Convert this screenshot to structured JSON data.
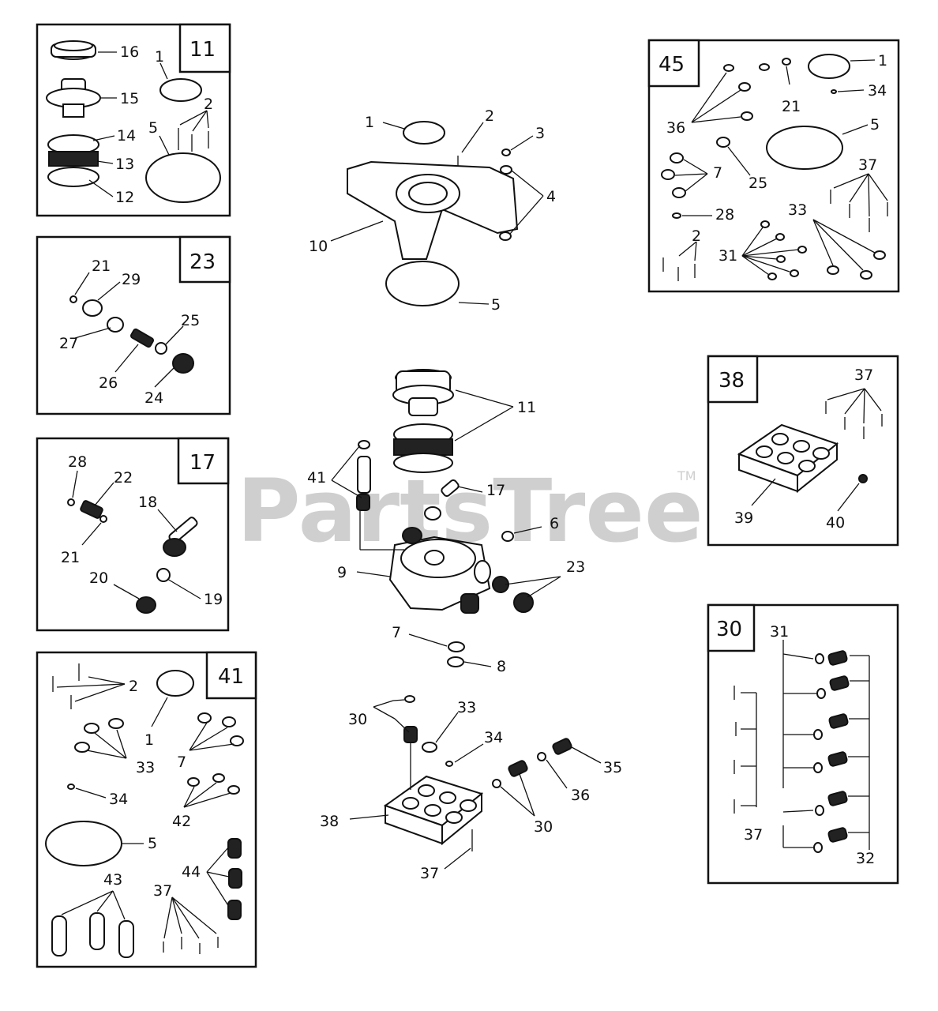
{
  "watermark": {
    "text": "PartsTree",
    "tm": "TM"
  },
  "kits": {
    "k11": {
      "num": "11",
      "labels": [
        "16",
        "15",
        "14",
        "13",
        "12",
        "1",
        "2",
        "5"
      ]
    },
    "k23": {
      "num": "23",
      "labels": [
        "21",
        "29",
        "27",
        "26",
        "25",
        "24"
      ]
    },
    "k17": {
      "num": "17",
      "labels": [
        "28",
        "22",
        "21",
        "18",
        "20",
        "19"
      ]
    },
    "k41": {
      "num": "41",
      "labels": [
        "2",
        "1",
        "33",
        "7",
        "34",
        "42",
        "5",
        "43",
        "44",
        "37"
      ]
    },
    "k45": {
      "num": "45",
      "labels": [
        "1",
        "21",
        "34",
        "36",
        "5",
        "7",
        "25",
        "37",
        "28",
        "33",
        "2",
        "31"
      ]
    },
    "k38": {
      "num": "38",
      "labels": [
        "37",
        "39",
        "40"
      ]
    },
    "k30": {
      "num": "30",
      "labels": [
        "31",
        "37",
        "32"
      ]
    }
  },
  "center": {
    "labels": [
      "1",
      "2",
      "3",
      "4",
      "10",
      "5",
      "11",
      "41",
      "17",
      "6",
      "9",
      "23",
      "7",
      "8",
      "30",
      "33",
      "34",
      "35",
      "36",
      "38",
      "30",
      "37"
    ]
  }
}
